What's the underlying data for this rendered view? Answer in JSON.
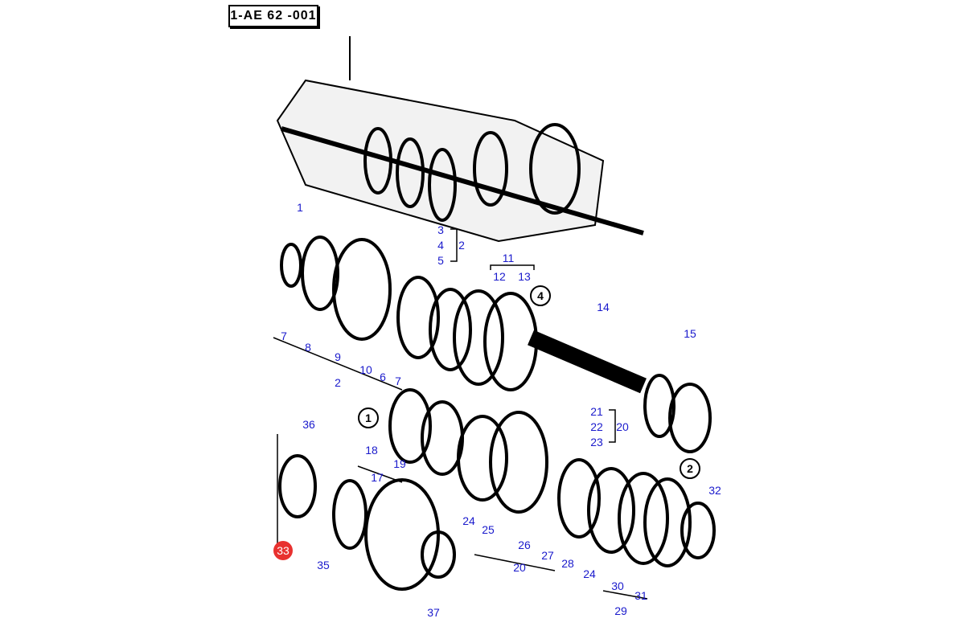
{
  "reference_code": "1-AE 62 -001",
  "highlight_color": "#e8312f",
  "label_color": "#1a1acc",
  "callouts": [
    "1",
    "3",
    "4",
    "5",
    "2",
    "11",
    "12",
    "13",
    "14",
    "15",
    "7",
    "8",
    "9",
    "10",
    "6",
    "7",
    "2",
    "21",
    "22",
    "23",
    "20",
    "36",
    "18",
    "19",
    "17",
    "32",
    "24",
    "25",
    "26",
    "27",
    "28",
    "24",
    "30",
    "31",
    "29",
    "20",
    "35",
    "37"
  ],
  "group_markers": [
    "4",
    "1",
    "2"
  ],
  "highlighted_callout": "33"
}
